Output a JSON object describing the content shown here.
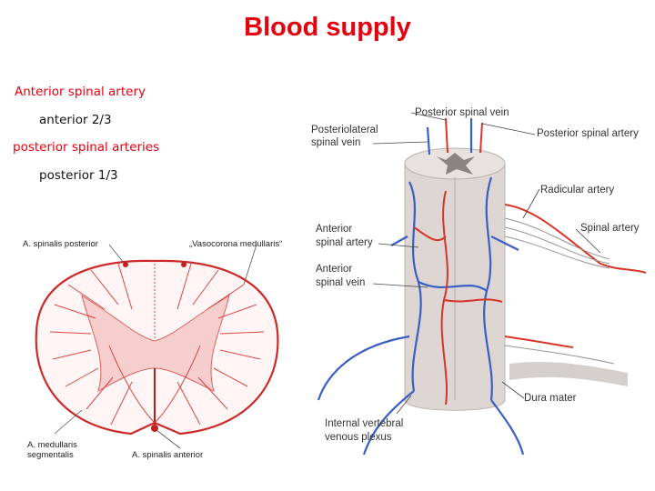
{
  "title": "Blood supply",
  "text_lines": [
    "Anterior spinal artery",
    "anterior 2/3",
    "posterior spinal arteries",
    "posterior 1/3"
  ],
  "left_figure": {
    "labels": {
      "a_spinalis_posterior": "A. spinalis posterior",
      "vasocorona": "„Vasocorona medullaris“",
      "a_medullaris_line1": "A. medullaris",
      "a_medullaris_line2": "segmentalis",
      "a_spinalis_anterior": "A. spinalis anterior"
    }
  },
  "right_figure": {
    "labels": {
      "posterior_spinal_vein": "Posterior spinal vein",
      "posterolateral_line1": "Posteriolateral",
      "posterolateral_line2": "spinal vein",
      "posterior_spinal_artery": "Posterior spinal artery",
      "radicular_artery": "Radicular artery",
      "anterior_spinal_artery_line1": "Anterior",
      "anterior_spinal_artery_line2": "spinal artery",
      "spinal_artery": "Spinal artery",
      "anterior_spinal_vein_line1": "Anterior",
      "anterior_spinal_vein_line2": "spinal vein",
      "dura_mater": "Dura mater",
      "internal_plexus_line1": "Internal vertebral",
      "internal_plexus_line2": "venous plexus"
    }
  },
  "colors": {
    "title": "#e3000f",
    "artery": "#d8342a",
    "vein": "#3a5fc4",
    "cord": "#ddd6d2"
  }
}
